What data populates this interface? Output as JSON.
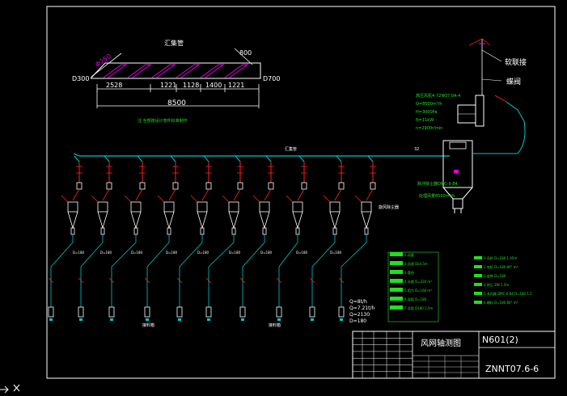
{
  "colors": {
    "background": "#000000",
    "frame": "#ffffff",
    "duct": "#00c8c8",
    "pipe_red": "#ff2020",
    "magenta": "#e000e0",
    "green": "#20e020",
    "text": "#ffffff"
  },
  "top_view": {
    "title": "汇集管",
    "diam_left": "Φ250",
    "pitch": "800",
    "left_label": "D300",
    "right_label": "D700",
    "segments": [
      "2528",
      "1221",
      "1128",
      "1400",
      "1221"
    ],
    "total": "8500",
    "note": "注:全部按设计管件标准制作"
  },
  "labels": {
    "main_duct": "汇集管",
    "pipe_tag": "32",
    "fan_label": "软联接",
    "valve_label": "蝶阀",
    "fan_spec": [
      "高压风机4-72NO7.0A-4",
      "Q=8500m³/h",
      "H=3000Pa",
      "N=11kW",
      "n=2900r/min"
    ],
    "filter_spec": [
      "脉冲除尘器DMC-II-84",
      "处理风量8500m³/h"
    ],
    "cyclone_label": "旋风除尘器",
    "drop_labels": [
      "D=180",
      "D=180",
      "D=180",
      "D=180",
      "D=180",
      "D=180",
      "D=180",
      "D=180",
      "D=180"
    ],
    "bottom_label_1": "接料箱",
    "bottom_label_2": "接料箱",
    "flow_notes": [
      "Q=8t/h",
      "Q=7.21t/h",
      "Q=2130",
      "D=180"
    ]
  },
  "legend_left": [
    "1.风量",
    "2.风速  Dx4.5m",
    "3.管径",
    "4.长度  D=220  m³",
    "5.阻力  D=160  m³",
    "6.局阻  D=180",
    "7.总阻  D180  1.5m"
  ],
  "legend_right": [
    "1.风机  D=180  1.45m",
    "2.电机  D=180  80° m³",
    "3.皮带  D=180",
    "4.除尘  ZW 1.5m",
    "5.关风器 DMC-II-84 D=180 1.5",
    "6.输料  D=180  80° m³"
  ],
  "title_block": {
    "drawing_title": "风网轴测图",
    "sheet_no": "N601(2)",
    "drawing_code": "ZNNT07.6-6"
  }
}
